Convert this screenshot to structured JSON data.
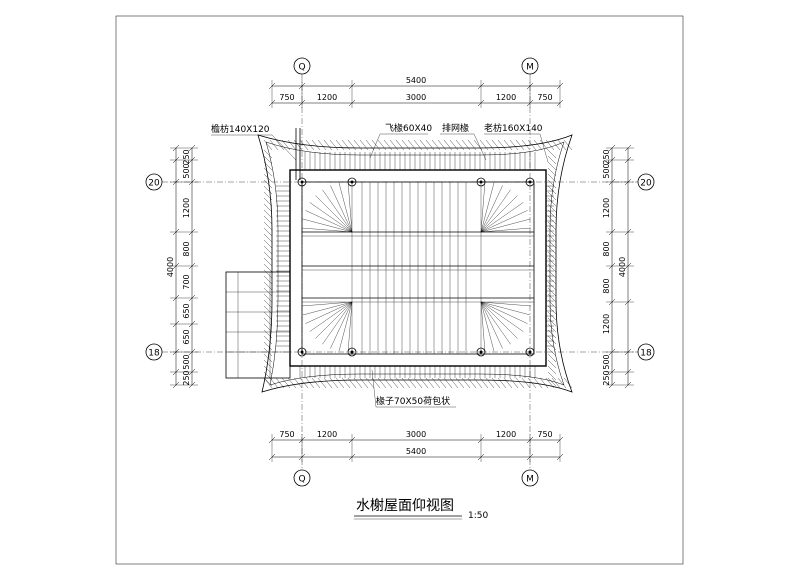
{
  "drawing": {
    "title": "水榭屋面仰视图",
    "scale": "1:50"
  },
  "axes": {
    "top_left": "Q",
    "top_right": "M",
    "bottom_left": "Q",
    "bottom_right": "M",
    "left_top": "20",
    "left_bottom": "18",
    "right_top": "20",
    "right_bottom": "18"
  },
  "dims_top": {
    "total": "5400",
    "segments": [
      "750",
      "1200",
      "3000",
      "1200",
      "750"
    ]
  },
  "dims_bottom": {
    "total": "5400",
    "segments": [
      "750",
      "1200",
      "3000",
      "1200",
      "750"
    ]
  },
  "dims_left": {
    "total": "4000",
    "segments": [
      "250",
      "500",
      "1200",
      "800",
      "700",
      "650",
      "650",
      "500",
      "250"
    ]
  },
  "dims_right": {
    "total": "4000",
    "segments": [
      "250",
      "500",
      "1200",
      "800",
      "800",
      "1200",
      "500",
      "250"
    ]
  },
  "notes": {
    "left_purlin": "檐枋140X120",
    "flying_rafter": "飞椽60X40",
    "drainage_purlin": "排网椽",
    "old_beam": "老枋160X140",
    "rafter": "椽子70X50荷包状"
  }
}
